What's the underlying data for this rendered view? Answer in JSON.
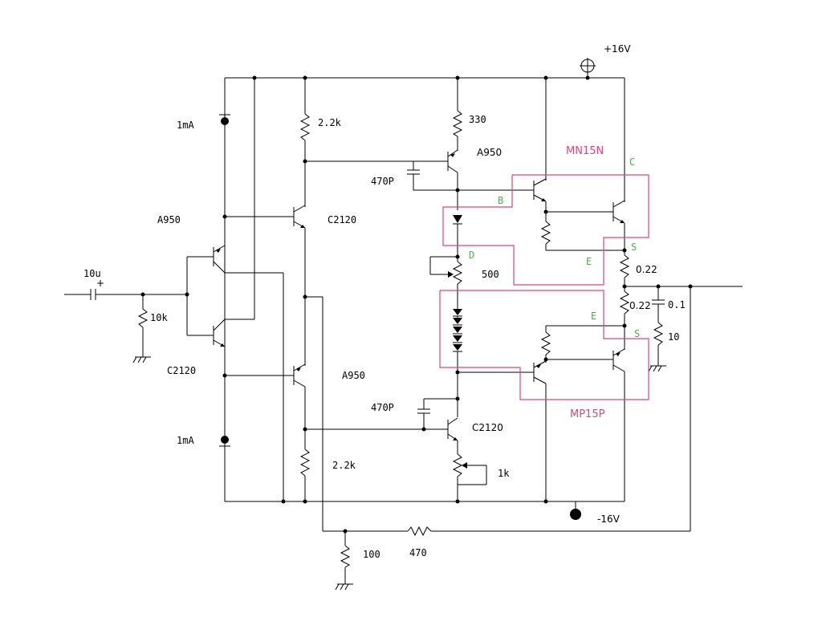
{
  "colors": {
    "wire": "#000000",
    "module_outline": "#e0447a",
    "pin_label": "#22cc22",
    "background": "#ffffff"
  },
  "rails": {
    "positive": "+16V",
    "negative": "-16V"
  },
  "labels": {
    "cs_top": "1mA",
    "cs_bottom": "1mA",
    "q_a950_left": "A950",
    "q_c2120_left": "C2120",
    "q_c2120_mid": "C2120",
    "q_a950_mid": "A950",
    "q_a950_vas": "A950",
    "q_c2120_vas": "C2120",
    "cap_in": "10u",
    "r_in": "10k",
    "r_top": "2.2k",
    "r_bot": "2.2k",
    "r_330": "330",
    "cap_470_top": "470P",
    "cap_470_bot": "470P",
    "pot_500": "500",
    "pot_1k": "1k",
    "r_fb_100": "100",
    "r_fb_470": "470",
    "r_022_top": "0.22",
    "r_022_bot": "0.22",
    "cap_01": "0.1",
    "r_10": "10"
  },
  "modules": {
    "top": "MN15N",
    "bottom": "MP15P"
  },
  "pins": {
    "top_c": "C",
    "top_b": "B",
    "top_s": "S",
    "top_e": "E",
    "d": "D",
    "bot_e": "E",
    "bot_s": "S"
  }
}
